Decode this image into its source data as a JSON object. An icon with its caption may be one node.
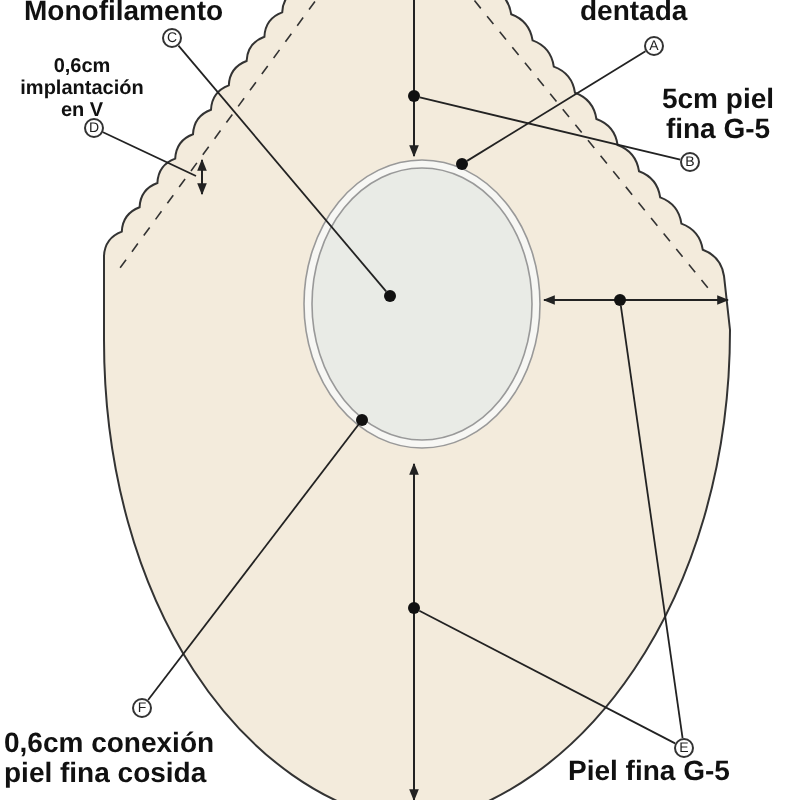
{
  "diagram": {
    "nodes": [
      {
        "text": [
          "A"
        ]
      },
      {
        "text": [
          "B"
        ]
      },
      {
        "text": [
          "C"
        ]
      },
      {
        "text": [
          "D"
        ]
      },
      {
        "text": [
          "E"
        ]
      },
      {
        "text": [
          "F"
        ]
      },
      {
        "text": [],
        "shape": "circle"
      },
      {
        "text": [],
        "shape": "circle"
      },
      {
        "text": [],
        "shape": "circle"
      },
      {
        "text": [],
        "shape": "circle"
      },
      {
        "text": [],
        "shape": "circle"
      },
      {
        "text": [],
        "shape": "circle"
      }
    ],
    "edges": [
      {
        "from": 0,
        "to": 6,
        "arrow": "none"
      },
      {
        "from": 1,
        "to": 7,
        "arrow": "none"
      },
      {
        "from": 2,
        "to": 8,
        "arrow": "none"
      },
      {
        "from": 3,
        "to": null,
        "arrow": "none"
      },
      {
        "from": 4,
        "to": 10,
        "arrow": "none"
      },
      {
        "from": 4,
        "to": 11,
        "arrow": "none"
      },
      {
        "from": 5,
        "to": 9,
        "arrow": "none"
      }
    ],
    "labels": [
      "Monofilamento",
      "dentada",
      "0,6cm implantación en V",
      "5cm piel fina G-5",
      "0,6cm conexión piel fina cosida",
      "Piel fina G-5"
    ]
  }
}
